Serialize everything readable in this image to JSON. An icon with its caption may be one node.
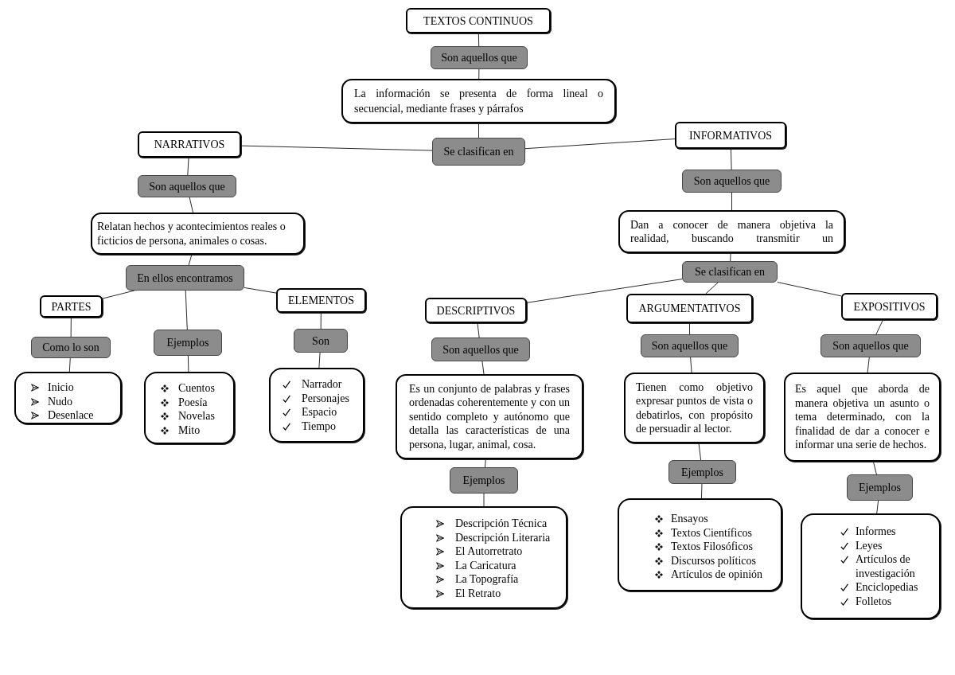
{
  "diagram": {
    "nodes": [
      {
        "text": [
          "TEXTOS CONTINUOS"
        ]
      },
      {
        "text": [
          "Son aquellos que"
        ]
      },
      {
        "text": [
          "La información se presenta de forma lineal o secuencial, mediante frases y párrafos"
        ]
      },
      {
        "text": [
          "NARRATIVOS"
        ]
      },
      {
        "text": [
          "Se clasifican en"
        ]
      },
      {
        "text": [
          "INFORMATIVOS"
        ]
      },
      {
        "text": [
          "Son aquellos que"
        ]
      },
      {
        "text": [
          "Son aquellos que"
        ]
      },
      {
        "text": [
          "Relatan hechos y acontecimientos reales o ficticios de persona, animales o cosas."
        ]
      },
      {
        "text": [
          "Dan a conocer de manera objetiva la realidad, buscando transmitir un"
        ]
      },
      {
        "text": [
          "En ellos encontramos"
        ]
      },
      {
        "text": [
          "Se clasifican en"
        ]
      },
      {
        "text": [
          "PARTES"
        ]
      },
      {
        "text": [
          "ELEMENTOS"
        ]
      },
      {
        "text": [
          "DESCRIPTIVOS"
        ]
      },
      {
        "text": [
          "ARGUMENTATIVOS"
        ]
      },
      {
        "text": [
          "EXPOSITIVOS"
        ]
      },
      {
        "text": [
          "Como lo son"
        ]
      },
      {
        "text": [
          "Ejemplos"
        ]
      },
      {
        "text": [
          "Son"
        ]
      },
      {
        "text": [
          "Son aquellos que"
        ]
      },
      {
        "text": [
          "Son aquellos que"
        ]
      },
      {
        "text": [
          "Son aquellos que"
        ]
      },
      {
        "text": [
          "Inicio",
          "Nudo",
          "Desenlace"
        ]
      },
      {
        "text": [
          "Cuentos",
          "Poesía",
          "Novelas",
          "Mito"
        ]
      },
      {
        "text": [
          "Narrador",
          "Personajes",
          "Espacio",
          "Tiempo"
        ]
      },
      {
        "text": [
          "Es un conjunto de palabras y frases ordenadas coherentemente y con un sentido completo y autónomo que detalla las características de una persona, lugar, animal, cosa."
        ]
      },
      {
        "text": [
          "Tienen como objetivo expresar puntos de vista o debatirlos, con propósito de persuadir al lector."
        ]
      },
      {
        "text": [
          "Es aquel que aborda de manera objetiva un asunto o tema determinado, con la finalidad de dar a conocer e informar una serie de hechos."
        ]
      },
      {
        "text": [
          "Ejemplos"
        ]
      },
      {
        "text": [
          "Ejemplos"
        ]
      },
      {
        "text": [
          "Ejemplos"
        ]
      },
      {
        "text": [
          "Descripción Técnica",
          "Descripción Literaria",
          "El Autorretrato",
          "La Caricatura",
          "La Topografía",
          "El Retrato"
        ]
      },
      {
        "text": [
          "Ensayos",
          "Textos Científicos",
          "Textos Filosóficos",
          "Discursos políticos",
          "Artículos de opinión"
        ]
      },
      {
        "text": [
          "Informes",
          "Leyes",
          "Artículos de investigación",
          "Enciclopedias",
          "Folletos"
        ]
      }
    ],
    "edges": [
      {
        "from": 0,
        "to": 1,
        "arrow": "none"
      },
      {
        "from": 1,
        "to": 2,
        "arrow": "none"
      },
      {
        "from": 2,
        "to": 4,
        "arrow": "none"
      },
      {
        "from": 4,
        "to": 3,
        "arrow": "none"
      },
      {
        "from": 4,
        "to": 5,
        "arrow": "none"
      },
      {
        "from": 3,
        "to": 6,
        "arrow": "none"
      },
      {
        "from": 5,
        "to": 7,
        "arrow": "none"
      },
      {
        "from": 6,
        "to": 8,
        "arrow": "none"
      },
      {
        "from": 7,
        "to": 9,
        "arrow": "none"
      },
      {
        "from": 8,
        "to": 10,
        "arrow": "none"
      },
      {
        "from": 9,
        "to": 11,
        "arrow": "none"
      },
      {
        "from": 10,
        "to": 12,
        "arrow": "none"
      },
      {
        "from": 10,
        "to": 18,
        "arrow": "none"
      },
      {
        "from": 10,
        "to": 13,
        "arrow": "none"
      },
      {
        "from": 11,
        "to": 14,
        "arrow": "none"
      },
      {
        "from": 11,
        "to": 15,
        "arrow": "none"
      },
      {
        "from": 11,
        "to": 16,
        "arrow": "none"
      },
      {
        "from": 12,
        "to": 17,
        "arrow": "none"
      },
      {
        "from": 13,
        "to": 19,
        "arrow": "none"
      },
      {
        "from": 14,
        "to": 20,
        "arrow": "none"
      },
      {
        "from": 15,
        "to": 21,
        "arrow": "none"
      },
      {
        "from": 16,
        "to": 22,
        "arrow": "none"
      },
      {
        "from": 17,
        "to": 23,
        "arrow": "none"
      },
      {
        "from": 18,
        "to": 24,
        "arrow": "none"
      },
      {
        "from": 19,
        "to": 25,
        "arrow": "none"
      },
      {
        "from": 20,
        "to": 26,
        "arrow": "none"
      },
      {
        "from": 21,
        "to": 27,
        "arrow": "none"
      },
      {
        "from": 22,
        "to": 28,
        "arrow": "none"
      },
      {
        "from": 26,
        "to": 29,
        "arrow": "none"
      },
      {
        "from": 27,
        "to": 30,
        "arrow": "none"
      },
      {
        "from": 28,
        "to": 31,
        "arrow": "none"
      },
      {
        "from": 29,
        "to": 32,
        "arrow": "none"
      },
      {
        "from": 30,
        "to": 33,
        "arrow": "none"
      },
      {
        "from": 31,
        "to": 34,
        "arrow": "none"
      }
    ]
  }
}
